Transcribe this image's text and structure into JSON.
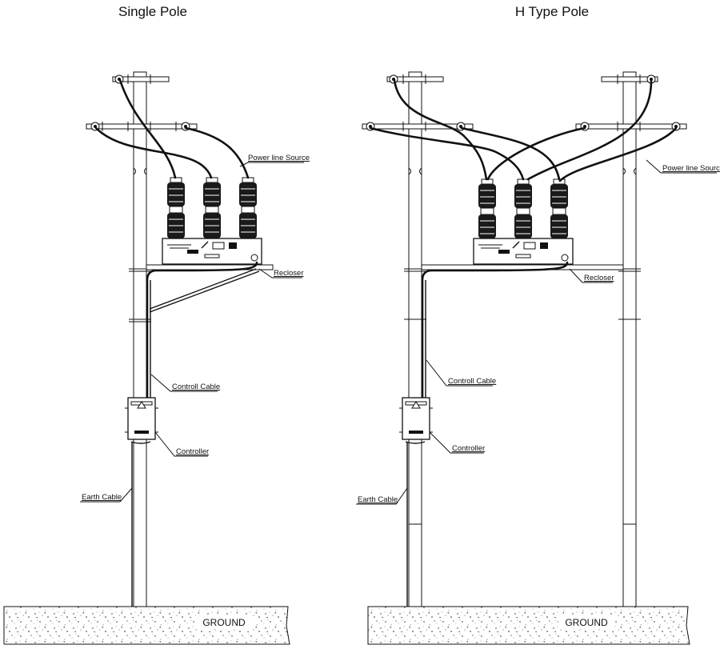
{
  "titles": {
    "left": "Single Pole",
    "right": "H Type Pole"
  },
  "labels": {
    "power_line_source": "Power line Source",
    "recloser": "Recloser",
    "control_cable": "Controll Cable",
    "controller": "Controller",
    "earth_cable": "Earth Cable",
    "ground": "GROUND"
  }
}
